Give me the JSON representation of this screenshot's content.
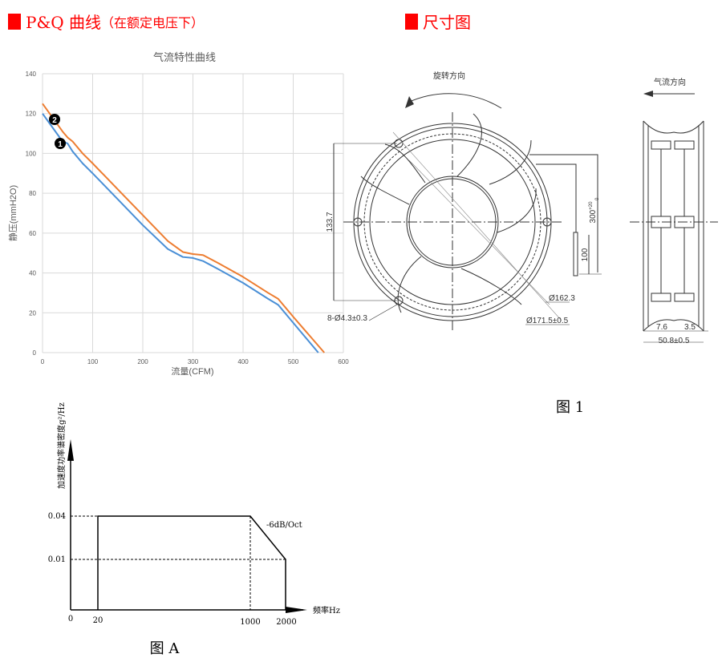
{
  "pq_section": {
    "title": "P&Q 曲线",
    "subtitle": "（在额定电压下）"
  },
  "dim_section": {
    "title": "尺寸图"
  },
  "chart_data": [
    {
      "type": "line",
      "title": "气流特性曲线",
      "xlabel": "流量(CFM)",
      "ylabel": "静压(mmH2O)",
      "xlim": [
        0,
        600
      ],
      "ylim": [
        0,
        140
      ],
      "xticks": [
        "0",
        "100",
        "200",
        "300",
        "400",
        "500",
        "600"
      ],
      "yticks": [
        "0",
        "20",
        "40",
        "60",
        "80",
        "100",
        "120",
        "140"
      ],
      "grid": true,
      "series": [
        {
          "name": "❶",
          "color": "#4a8fd6",
          "x": [
            0,
            20,
            40,
            50,
            60,
            80,
            100,
            150,
            200,
            250,
            280,
            300,
            320,
            350,
            400,
            450,
            470,
            500,
            550
          ],
          "y": [
            120,
            113,
            106,
            105,
            101,
            95,
            90,
            77,
            64,
            52,
            48,
            47.5,
            46,
            42,
            35,
            27,
            24,
            15,
            0
          ]
        },
        {
          "name": "❷",
          "color": "#ed7d31",
          "x": [
            0,
            20,
            40,
            50,
            60,
            80,
            100,
            150,
            200,
            250,
            280,
            300,
            320,
            350,
            400,
            450,
            470,
            500,
            562
          ],
          "y": [
            125,
            118,
            111,
            108,
            106,
            100,
            95,
            82,
            69,
            56,
            50.5,
            49.5,
            49,
            45,
            38,
            30,
            27,
            18,
            0
          ]
        }
      ]
    },
    {
      "type": "line",
      "title": "图 A",
      "xlabel": "频率Hz",
      "ylabel": "加速度功率谱密度g²/Hz",
      "xticks": [
        "0",
        "20",
        "1000",
        "2000"
      ],
      "yticks": [
        "0.01",
        "0.04"
      ],
      "annotation": "-6dB/Oct",
      "series": [
        {
          "name": "PSD",
          "x": [
            20,
            20,
            1000,
            2000,
            2000
          ],
          "y": [
            0,
            0.04,
            0.04,
            0.01,
            0
          ]
        }
      ]
    }
  ],
  "drawing": {
    "rotation_label": "旋转方向",
    "airflow_label": "气流方向",
    "dim_height": "133.7",
    "dim_lead": "300",
    "dim_lead_tol_upper": "+20",
    "dim_lead_tol_lower": "0",
    "dim_strip": "100",
    "dim_holes": "8-Ø4.3±0.3",
    "dim_inner": "Ø162.3",
    "dim_outer": "Ø171.5±0.5",
    "dim_side_a": "7.6",
    "dim_side_b": "3.5",
    "dim_depth": "50.8±0.5",
    "caption": "图 1"
  }
}
